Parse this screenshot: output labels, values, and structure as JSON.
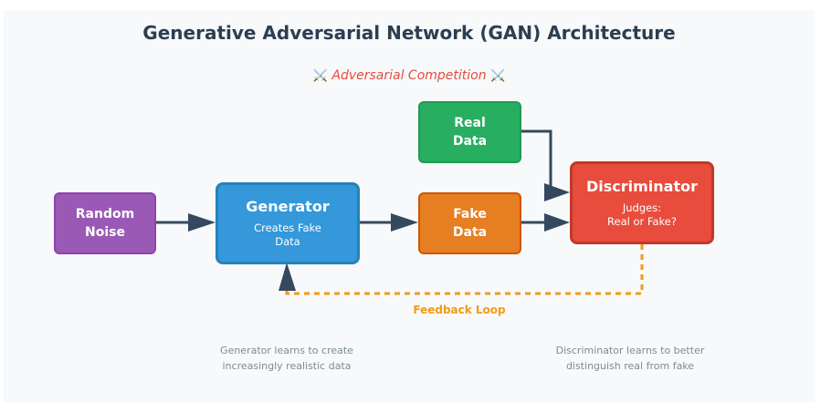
{
  "title": "Generative Adversarial Network (GAN) Architecture",
  "subtitle": {
    "icon_left": "⚔️",
    "text": "Adversarial Competition",
    "icon_right": "⚔️"
  },
  "nodes": {
    "random_noise": {
      "label": "Random\nNoise",
      "color": "#9b59b6"
    },
    "generator": {
      "label": "Generator",
      "description": "Creates Fake\nData",
      "color": "#3498db"
    },
    "real_data": {
      "label": "Real\nData",
      "color": "#27ae60"
    },
    "fake_data": {
      "label": "Fake\nData",
      "color": "#e67e22"
    },
    "discriminator": {
      "label": "Discriminator",
      "description": "Judges:\nReal or Fake?",
      "color": "#e74c3c"
    }
  },
  "edges": [
    {
      "from": "random_noise",
      "to": "generator",
      "style": "solid"
    },
    {
      "from": "generator",
      "to": "fake_data",
      "style": "solid"
    },
    {
      "from": "real_data",
      "to": "discriminator",
      "style": "solid"
    },
    {
      "from": "fake_data",
      "to": "discriminator",
      "style": "solid"
    },
    {
      "from": "discriminator",
      "to": "generator",
      "style": "dashed",
      "label": "Feedback Loop"
    }
  ],
  "feedback_label": "Feedback Loop",
  "notes": {
    "generator": "Generator learns to create\nincreasingly realistic data",
    "discriminator": "Discriminator learns to better\ndistinguish real from fake"
  },
  "colors": {
    "arrow": "#34495e",
    "feedback": "#f39c12",
    "title": "#2c3e50",
    "subtitle": "#e74c3c"
  }
}
